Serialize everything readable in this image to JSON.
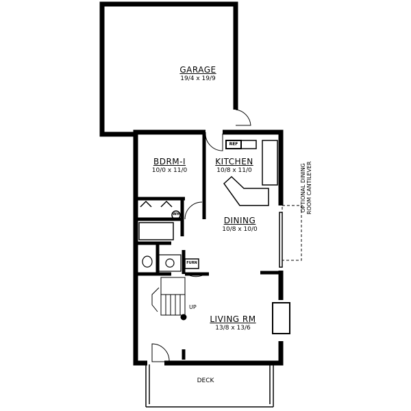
{
  "rooms": {
    "garage": {
      "name": "GARAGE",
      "size": "19/4 x 19/9"
    },
    "bedroom": {
      "name": "BDRM-I",
      "size": "10/0 x 11/0"
    },
    "kitchen": {
      "name": "KITCHEN",
      "size": "10/8 x 11/0"
    },
    "dining": {
      "name": "DINING",
      "size": "10/8 x 10/0"
    },
    "living": {
      "name": "LIVING RM",
      "size": "13/8 x 13/6"
    },
    "deck": {
      "name": "DECK"
    }
  },
  "fixtures": {
    "refrigerator": "REF",
    "water_heater": "WH",
    "furnace": "FURN",
    "stairs": "UP"
  },
  "notes": {
    "cantilever_line1": "OPTIONAL DINING",
    "cantilever_line2": "ROOM CANTILEVER"
  }
}
